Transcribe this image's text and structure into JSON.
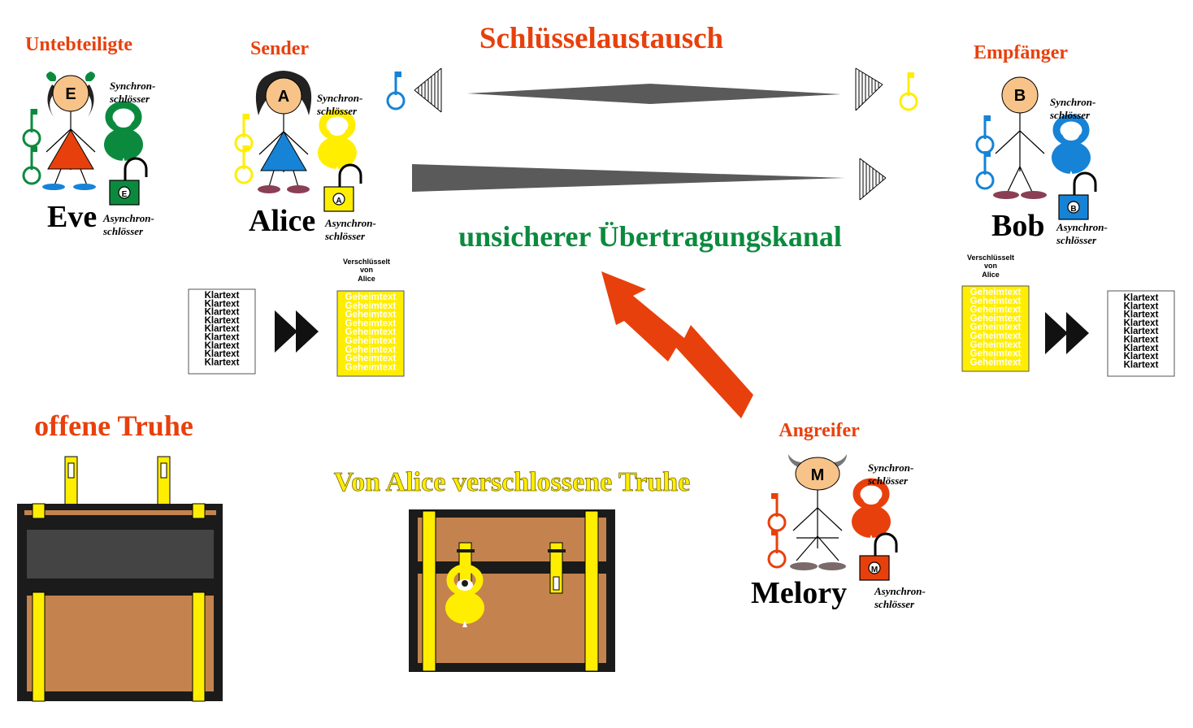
{
  "colors": {
    "orange_red": "#e8400c",
    "green": "#0b8a3e",
    "blue": "#1683d6",
    "yellow": "#ffee00",
    "red": "#e8400c",
    "skin": "#f7c389",
    "chest_wood": "#c4834e",
    "chest_dark": "#1b1b1b",
    "chest_lid_inside": "#444444",
    "shoe": "#7a6a6a",
    "channel_gray": "#5a5a5a"
  },
  "title": "Schlüsselaustausch",
  "channel_label": "unsicherer Übertragungskanal",
  "parties": {
    "eve": {
      "role": "Untebteiligte",
      "name": "Eve",
      "initial": "E",
      "sync_label_1": "Synchron-",
      "sync_label_2": "schlösser",
      "async_label_1": "Asynchron-",
      "async_label_2": "schlösser",
      "color": "#0b8a3e"
    },
    "alice": {
      "role": "Sender",
      "name": "Alice",
      "initial": "A",
      "sync_label_1": "Synchron-",
      "sync_label_2": "schlösser",
      "async_label_1": "Asynchron-",
      "async_label_2": "schlösser",
      "color": "#ffee00"
    },
    "bob": {
      "role": "Empfänger",
      "name": "Bob",
      "initial": "B",
      "sync_label_1": "Synchron-",
      "sync_label_2": "schlösser",
      "async_label_1": "Asynchron-",
      "async_label_2": "schlösser",
      "color": "#1683d6"
    },
    "melory": {
      "role": "Angreifer",
      "name": "Melory",
      "initial": "M",
      "sync_label_1": "Synchron-",
      "sync_label_2": "schlösser",
      "async_label_1": "Asynchron-",
      "async_label_2": "schlösser",
      "color": "#e8400c"
    }
  },
  "documents": {
    "plaintext_word": "Klartext",
    "ciphertext_word": "Geheimtext",
    "encrypted_by_1": "Verschlüsselt",
    "encrypted_by_2": "von",
    "encrypted_by_3": "Alice"
  },
  "chests": {
    "open_label": "offene Truhe",
    "locked_label": "Von Alice verschlossene Truhe"
  }
}
